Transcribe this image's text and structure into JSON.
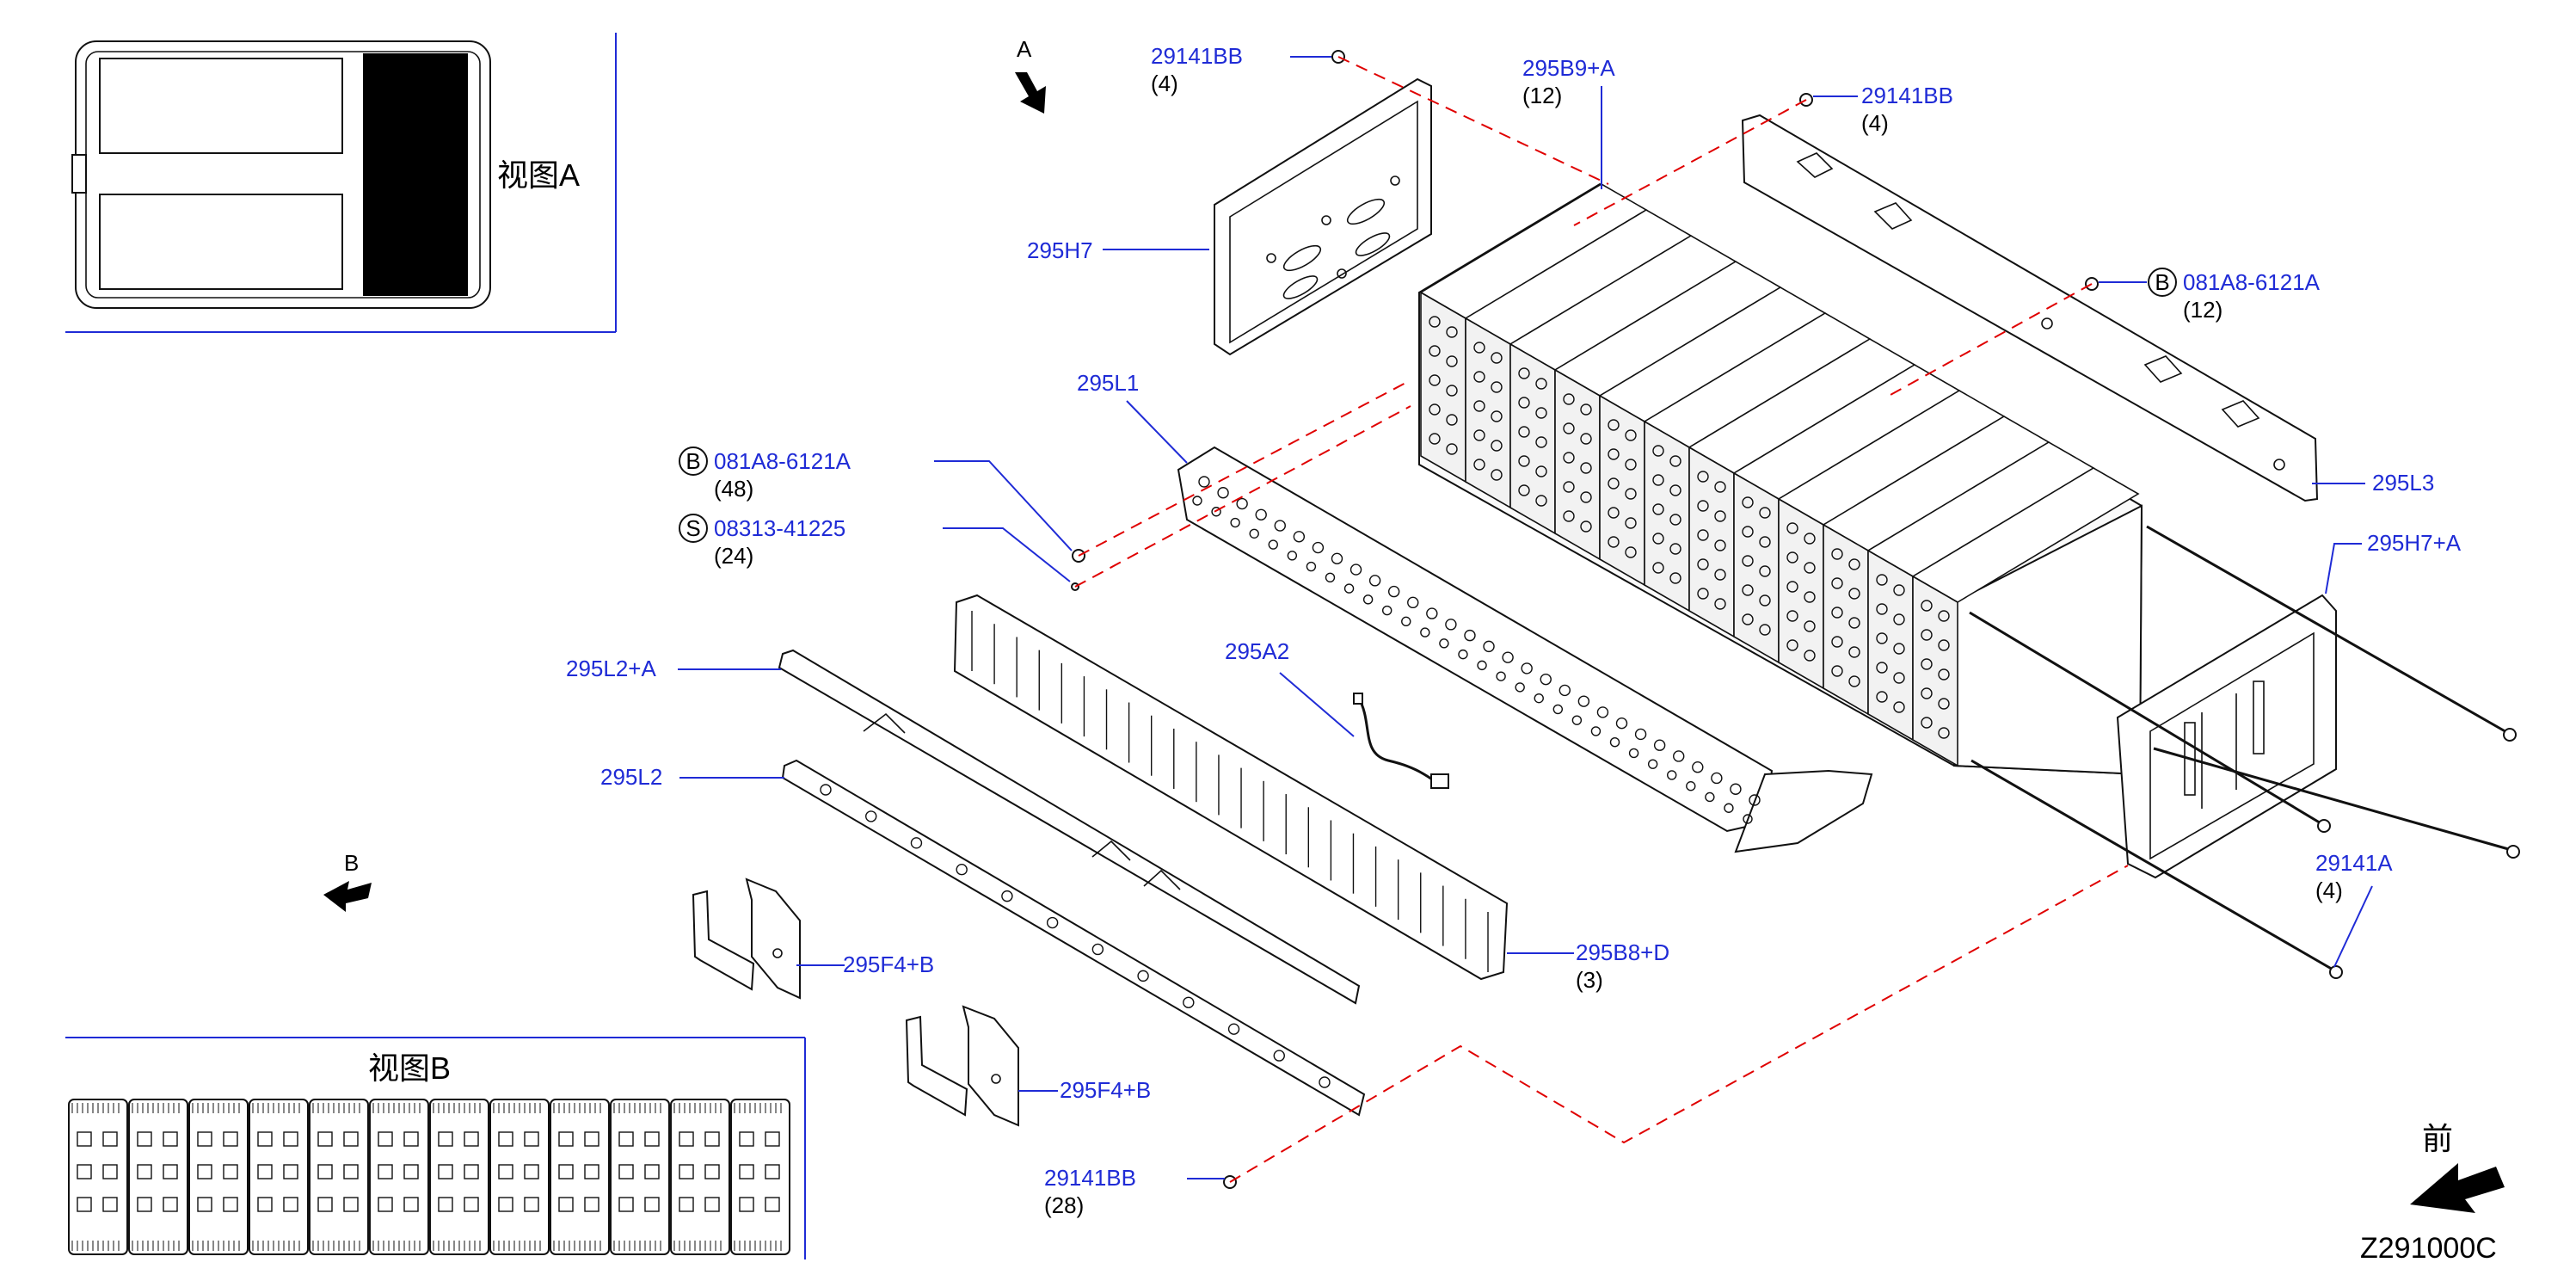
{
  "diagram_code": "Z291000C",
  "front_label": "前",
  "arrow_a_label": "A",
  "arrow_b_label": "B",
  "view_a": {
    "title": "视图A"
  },
  "view_b": {
    "title": "视图B"
  },
  "parts": [
    {
      "id": "p1",
      "number": "29141BB",
      "qty": "(4)"
    },
    {
      "id": "p2",
      "number": "295B9+A",
      "qty": "(12)"
    },
    {
      "id": "p3",
      "number": "29141BB",
      "qty": "(4)"
    },
    {
      "id": "p4",
      "number": "295H7",
      "qty": ""
    },
    {
      "id": "p5",
      "number": "081A8-6121A",
      "qty": "(12)",
      "circle": "B"
    },
    {
      "id": "p6",
      "number": "295L1",
      "qty": ""
    },
    {
      "id": "p7",
      "number": "081A8-6121A",
      "qty": "(48)",
      "circle": "B"
    },
    {
      "id": "p8",
      "number": "08313-41225",
      "qty": "(24)",
      "circle": "S"
    },
    {
      "id": "p9",
      "number": "295L3",
      "qty": ""
    },
    {
      "id": "p10",
      "number": "295H7+A",
      "qty": ""
    },
    {
      "id": "p11",
      "number": "295L2+A",
      "qty": ""
    },
    {
      "id": "p12",
      "number": "295A2",
      "qty": ""
    },
    {
      "id": "p13",
      "number": "295L2",
      "qty": ""
    },
    {
      "id": "p14",
      "number": "29141A",
      "qty": "(4)"
    },
    {
      "id": "p15",
      "number": "295F4+B",
      "qty": ""
    },
    {
      "id": "p16",
      "number": "295B8+D",
      "qty": "(3)"
    },
    {
      "id": "p17",
      "number": "295F4+B",
      "qty": ""
    },
    {
      "id": "p18",
      "number": "29141BB",
      "qty": "(28)"
    }
  ],
  "colors": {
    "part_number": "#1f2bd6",
    "reference_line": "#e00000",
    "ink": "#111111"
  }
}
